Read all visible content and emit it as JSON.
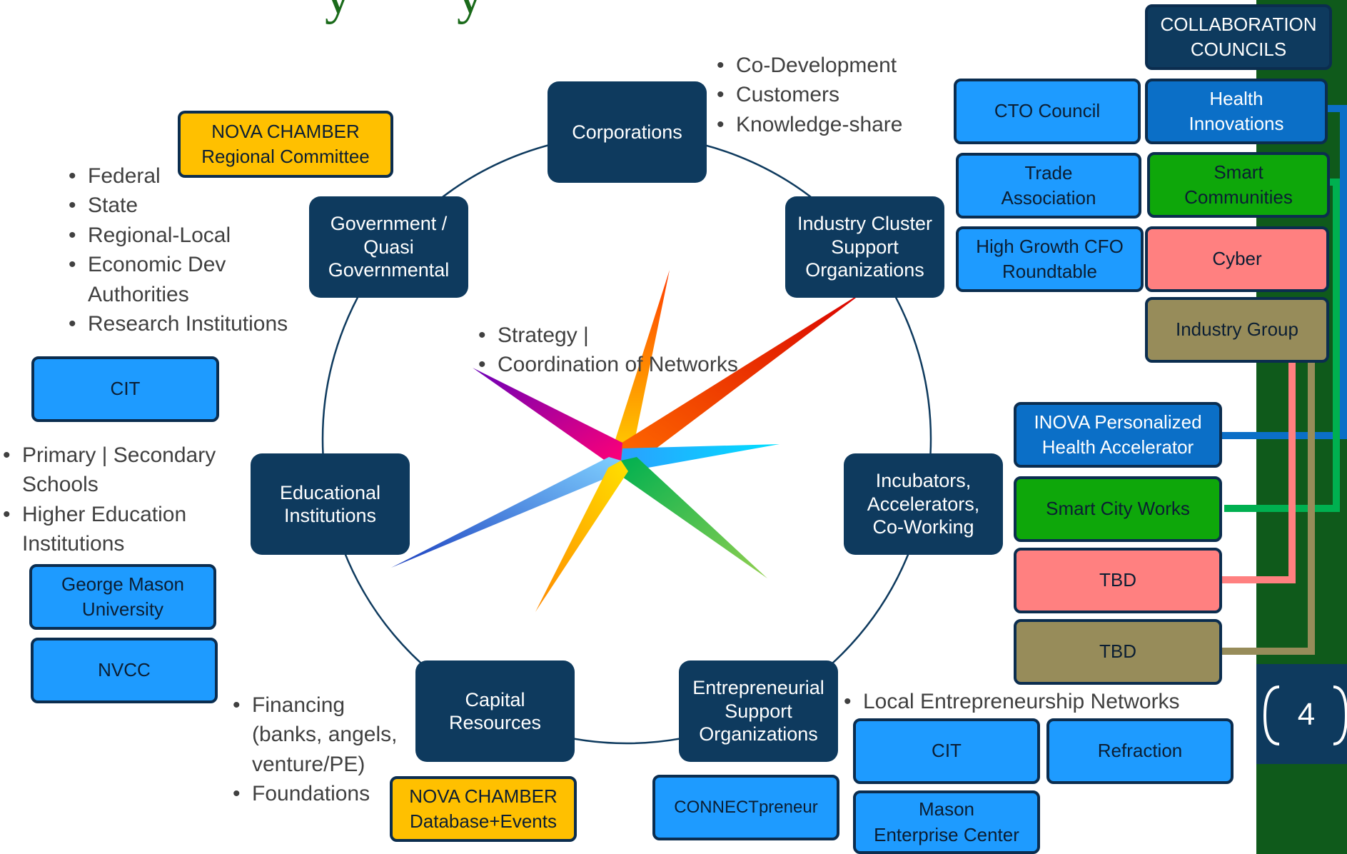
{
  "title_fragment": "y        y",
  "hubs": {
    "corporations": "Corporations",
    "industry_cluster": "Industry Cluster\nSupport\nOrganizations",
    "incubators": "Incubators,\nAccelerators,\nCo-Working",
    "entrepreneurial": "Entrepreneurial\nSupport\nOrganizations",
    "capital": "Capital\nResources",
    "educational": "Educational\nInstitutions",
    "government": "Government /\nQuasi\nGovernmental"
  },
  "bullets": {
    "corporations": [
      "Co-Development",
      "Customers",
      "Knowledge-share"
    ],
    "government": [
      "Federal",
      "State",
      "Regional-Local",
      "Economic Dev Authorities",
      "Research Institutions"
    ],
    "center": [
      "Strategy |",
      "Coordination of Networks"
    ],
    "education": [
      "Primary | Secondary Schools",
      "Higher Education Institutions"
    ],
    "capital": [
      "Financing (banks, angels, venture/PE)",
      "Foundations"
    ],
    "entrepreneurial": [
      "Local Entrepreneurship Networks"
    ]
  },
  "boxes": {
    "nova_regional": "NOVA CHAMBER\nRegional Committee",
    "cit_left": "CIT",
    "george_mason": "George Mason\nUniversity",
    "nvcc": "NVCC",
    "nova_database": "NOVA CHAMBER\nDatabase+Events",
    "connectpreneur": "CONNECTpreneur",
    "cit_bottom": "CIT",
    "refraction": "Refraction",
    "mason_enterprise": "Mason\nEnterprise Center",
    "cto_council": "CTO Council",
    "trade_association": "Trade\nAssociation",
    "high_growth_cfo": "High Growth CFO\nRoundtable",
    "collaboration_councils": "COLLABORATION\nCOUNCILS",
    "health_innovations": "Health\nInnovations",
    "smart_communities": "Smart\nCommunities",
    "cyber": "Cyber",
    "industry_group": "Industry Group",
    "inova": "INOVA Personalized\nHealth Accelerator",
    "smart_city_works": "Smart City Works",
    "tbd_red": "TBD",
    "tbd_olive": "TBD"
  },
  "page_number": "4",
  "colors": {
    "hub_navy": "#0e3a5e",
    "box_blue": "#1e9bff",
    "chamber_yellow": "#ffc000",
    "health_blue": "#0b6fc7",
    "smart_green": "#0ea70a",
    "cyber_red": "#ff8080",
    "industry_olive": "#978c5a",
    "side_bar_green": "#0f5a1b"
  }
}
